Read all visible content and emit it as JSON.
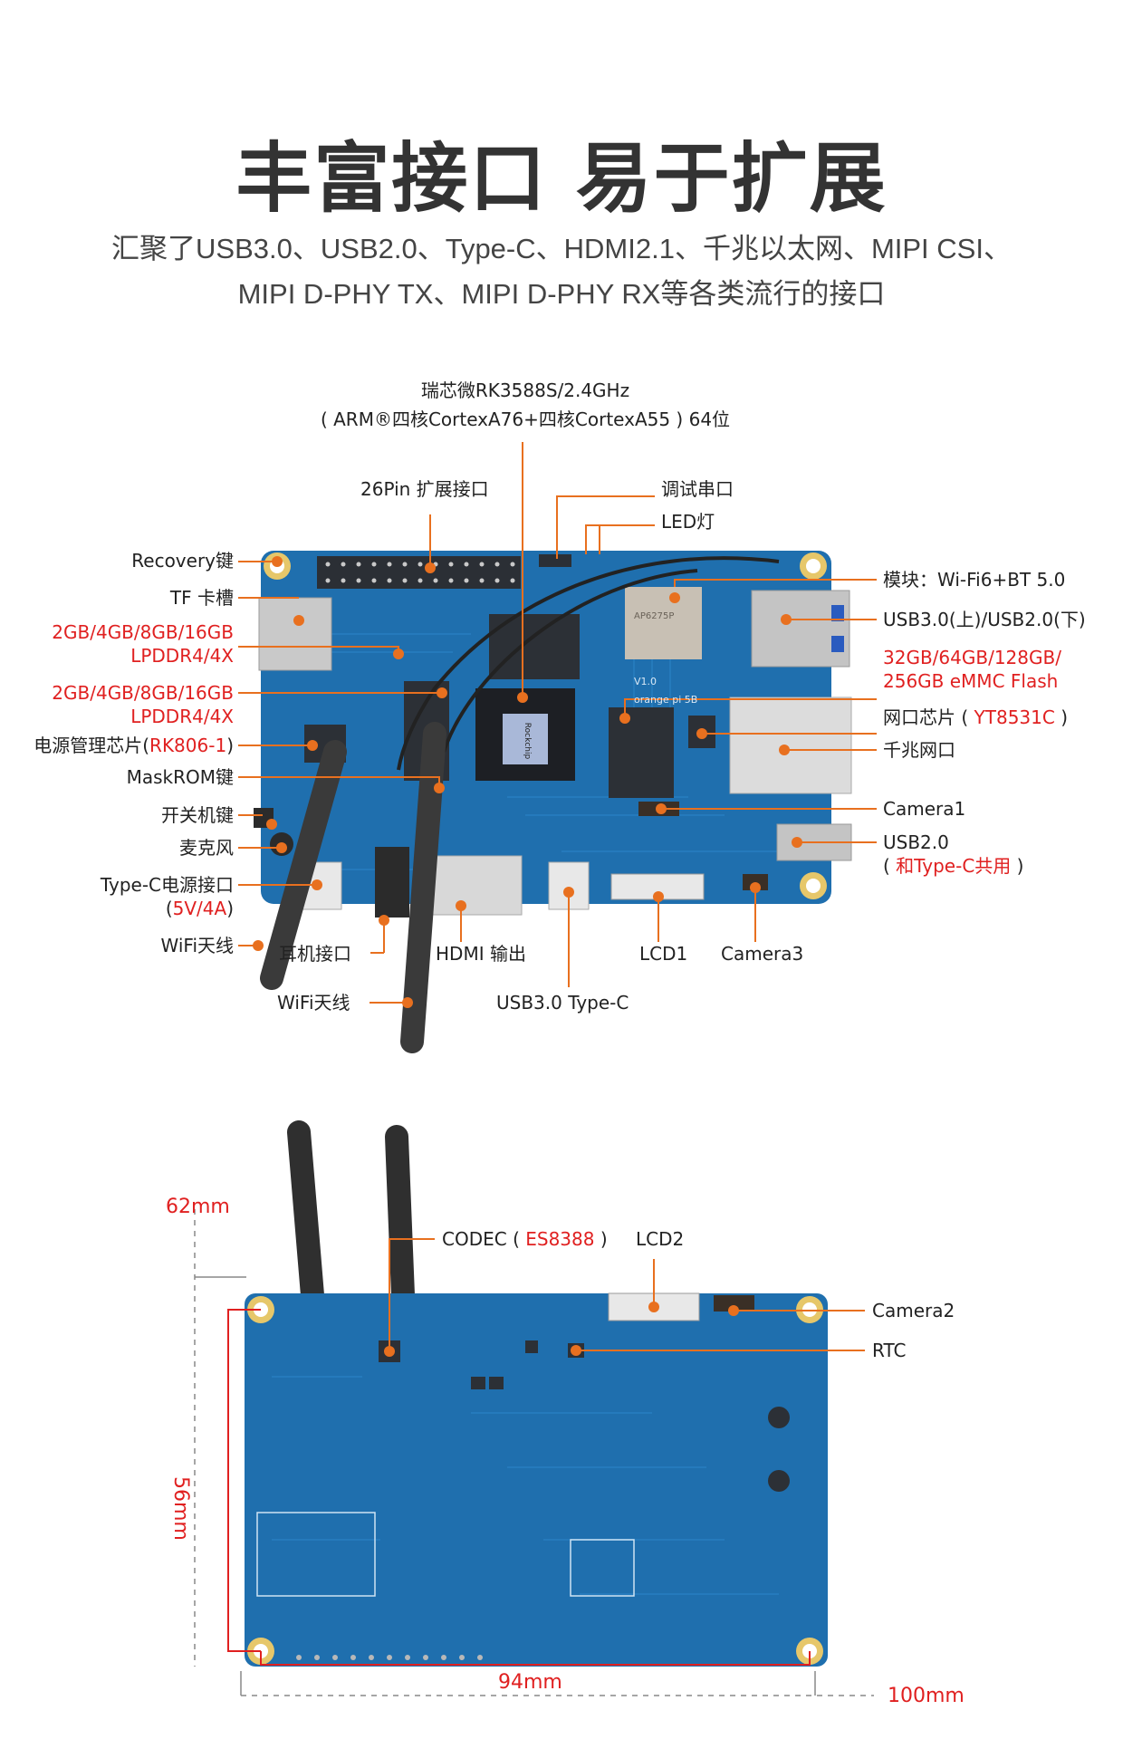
{
  "header": {
    "title": "丰富接口 易于扩展",
    "subtitle_line1": "汇聚了USB3.0、USB2.0、Type-C、HDMI2.1、千兆以太网、MIPI CSI、",
    "subtitle_line2": "MIPI D-PHY TX、MIPI D-PHY RX等各类流行的接口"
  },
  "top_view": {
    "soc": {
      "line1": "瑞芯微RK3588S/2.4GHz",
      "line2": "( ARM®四核CortexA76+四核CortexA55 ) 64位"
    },
    "top_labels": {
      "gpio": "26Pin 扩展接口",
      "debug_uart": "调试串口",
      "led": "LED灯"
    },
    "left_labels": {
      "recovery": "Recovery键",
      "tf_slot": "TF 卡槽",
      "ram1_line1": "2GB/4GB/8GB/16GB",
      "ram1_line2": "LPDDR4/4X",
      "ram2_line1": "2GB/4GB/8GB/16GB",
      "ram2_line2": "LPDDR4/4X",
      "pmic_prefix": "电源管理芯片(",
      "pmic_model": "RK806-1",
      "pmic_suffix": ")",
      "maskrom": "MaskROM键",
      "power_key": "开关机键",
      "microphone": "麦克风",
      "typec_power": "Type-C电源接口",
      "typec_power_spec_open": "(",
      "typec_power_spec": "5V/4A",
      "typec_power_spec_close": ")",
      "wifi_antenna": "WiFi天线"
    },
    "right_labels": {
      "wifi_module": "模块：Wi-Fi6+BT 5.0",
      "usb_stack": "USB3.0(上)/USB2.0(下)",
      "emmc_line1": "32GB/64GB/128GB/",
      "emmc_line2": "256GB eMMC Flash",
      "phy_prefix": "网口芯片 (",
      "phy_model": "YT8531C",
      "phy_suffix": ")",
      "gbe": "千兆网口",
      "camera1": "Camera1",
      "usb2": "USB2.0",
      "usb2_note_open": "(",
      "usb2_note": "和Type-C共用",
      "usb2_note_close": ")"
    },
    "bottom_labels": {
      "headphone": "耳机接口",
      "hdmi": "HDMI 输出",
      "lcd1": "LCD1",
      "camera3": "Camera3",
      "wifi_antenna": "WiFi天线",
      "usb3_typec": "USB3.0 Type-C"
    },
    "chip_markings": {
      "rockchip": "Rockchip",
      "wifi_chip": "AP6275P",
      "board_name": "orange pi 5B",
      "version": "V1.0"
    }
  },
  "bottom_view": {
    "labels": {
      "codec_prefix": "CODEC (",
      "codec_model": "ES8388",
      "codec_suffix": ")",
      "lcd2": "LCD2",
      "camera2": "Camera2",
      "rtc": "RTC"
    },
    "dimensions": {
      "height_total": "62mm",
      "height_holes": "56mm",
      "width_holes": "94mm",
      "width_total": "100mm"
    }
  },
  "colors": {
    "pcb_blue": "#1f6fae",
    "pcb_dark": "#185f98",
    "leader_orange": "#e8701f",
    "accent_red": "#e02020",
    "text_dark": "#333333",
    "mount_gold": "#e6c76a"
  }
}
